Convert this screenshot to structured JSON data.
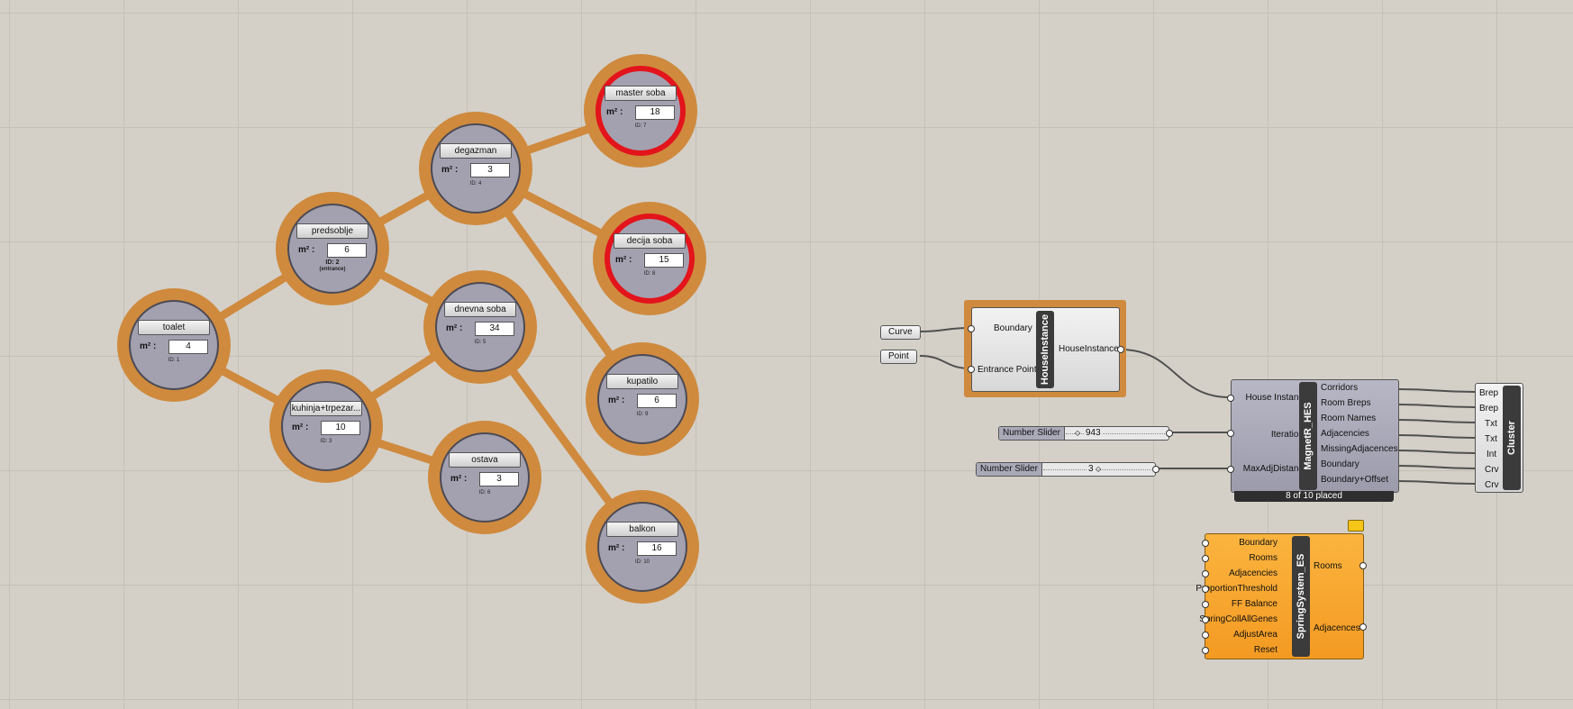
{
  "graph": {
    "area_label": "m² :",
    "rooms": [
      {
        "key": "toalet",
        "name": "toalet",
        "area": "4",
        "id": "ID: 1",
        "alert": false
      },
      {
        "key": "predsoblje",
        "name": "predsoblje",
        "area": "6",
        "id": "ID: 2",
        "note": "(entrance)",
        "alert": false
      },
      {
        "key": "kuhinja",
        "name": "kuhinja+trpezar...",
        "area": "10",
        "id": "ID: 3",
        "alert": false
      },
      {
        "key": "degazman",
        "name": "degazman",
        "area": "3",
        "id": "ID: 4",
        "alert": false
      },
      {
        "key": "dnevna",
        "name": "dnevna soba",
        "area": "34",
        "id": "ID: 5",
        "alert": false
      },
      {
        "key": "ostava",
        "name": "ostava",
        "area": "3",
        "id": "ID: 6",
        "alert": false
      },
      {
        "key": "master",
        "name": "master soba",
        "area": "18",
        "id": "ID: 7",
        "alert": true
      },
      {
        "key": "decija",
        "name": "decija soba",
        "area": "15",
        "id": "ID: 8",
        "alert": true
      },
      {
        "key": "kupatilo",
        "name": "kupatilo",
        "area": "6",
        "id": "ID: 9",
        "alert": false
      },
      {
        "key": "balkon",
        "name": "balkon",
        "area": "16",
        "id": "ID: 10",
        "alert": false
      }
    ],
    "links": [
      [
        "toalet",
        "predsoblje"
      ],
      [
        "toalet",
        "kuhinja"
      ],
      [
        "predsoblje",
        "degazman"
      ],
      [
        "predsoblje",
        "dnevna"
      ],
      [
        "kuhinja",
        "dnevna"
      ],
      [
        "kuhinja",
        "ostava"
      ],
      [
        "degazman",
        "master"
      ],
      [
        "degazman",
        "decija"
      ],
      [
        "degazman",
        "kupatilo"
      ],
      [
        "dnevna",
        "balkon"
      ]
    ],
    "colors": {
      "ring": "#cf8a3e",
      "alert": "#e3141b",
      "fill": "#a3a1b0"
    }
  },
  "inputs": {
    "curve": "Curve",
    "point": "Point"
  },
  "house_instance": {
    "title": "HouseInstance",
    "in_boundary": "Boundary",
    "in_entrance": "Entrance Point",
    "out": "HouseInstance"
  },
  "sliders": [
    {
      "label": "Number Slider",
      "value": "943"
    },
    {
      "label": "Number Slider",
      "value": "3"
    }
  ],
  "magnetr": {
    "title": "MagnetR_HES",
    "inputs": [
      "House Instance",
      "Iterations",
      "MaxAdjDistance"
    ],
    "outputs": [
      "Corridors",
      "Room Breps",
      "Room Names",
      "Adjacencies",
      "MissingAdjacences",
      "Boundary",
      "Boundary+Offset"
    ],
    "status": "8 of 10 placed"
  },
  "cluster": {
    "title": "Cluster",
    "inputs": [
      "Brep",
      "Brep",
      "Txt",
      "Txt",
      "Int",
      "Crv",
      "Crv"
    ]
  },
  "spring": {
    "title": "SpringSystem_ES",
    "inputs": [
      "Boundary",
      "Rooms",
      "Adjacencies",
      "ProportionThreshold",
      "FF Balance",
      "SpringCollAllGenes",
      "AdjustArea",
      "Reset"
    ],
    "outputs": [
      "Rooms",
      "Adjacences"
    ],
    "colors": {
      "fill": "#f7a22d",
      "spine": "#3b3b3b"
    }
  }
}
